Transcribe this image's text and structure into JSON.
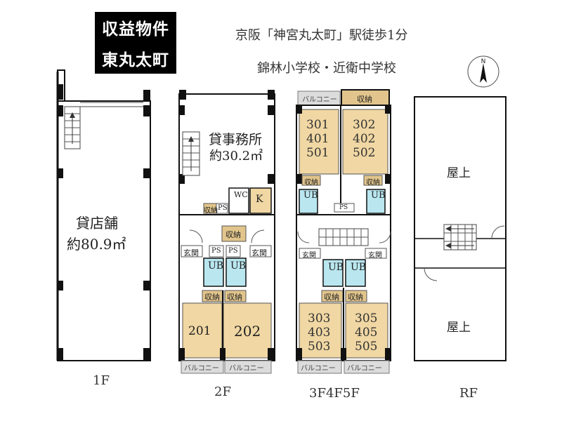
{
  "header": {
    "tag_line1": "収益物件",
    "tag_line2": "東丸太町",
    "station_line": "京阪「神宮丸太町」駅徒歩1分",
    "school_line": "錦林小学校・近衛中学校",
    "compass_letter": "N"
  },
  "floors": {
    "f1": {
      "label": "1F",
      "room_name": "貸店舗",
      "room_area": "約80.9㎡"
    },
    "f2": {
      "label": "2F",
      "office_name": "貸事務所",
      "office_area": "約30.2㎡",
      "wc": "WC",
      "k": "K",
      "storage": "収納",
      "ps": "PS",
      "entrance": "玄関",
      "ub": "UB",
      "balcony": "バルコニー",
      "unit_left": "201",
      "unit_right": "202"
    },
    "f3": {
      "label": "3F4F5F",
      "balcony": "バルコニー",
      "storage": "収納",
      "ub": "UB",
      "ps": "PS",
      "entrance": "玄関",
      "unit_tl": [
        "301",
        "401",
        "501"
      ],
      "unit_tr": [
        "302",
        "402",
        "502"
      ],
      "unit_bl": [
        "303",
        "403",
        "503"
      ],
      "unit_br": [
        "305",
        "405",
        "505"
      ]
    },
    "rf": {
      "label": "RF",
      "roof_top": "屋上",
      "roof_bottom": "屋上"
    }
  },
  "colors": {
    "wood": "#f0d7a3",
    "bath": "#b9e6ef",
    "balcony": "#dcdcdc",
    "storage_hatch": "#e2c58c",
    "wall": "#111111"
  }
}
